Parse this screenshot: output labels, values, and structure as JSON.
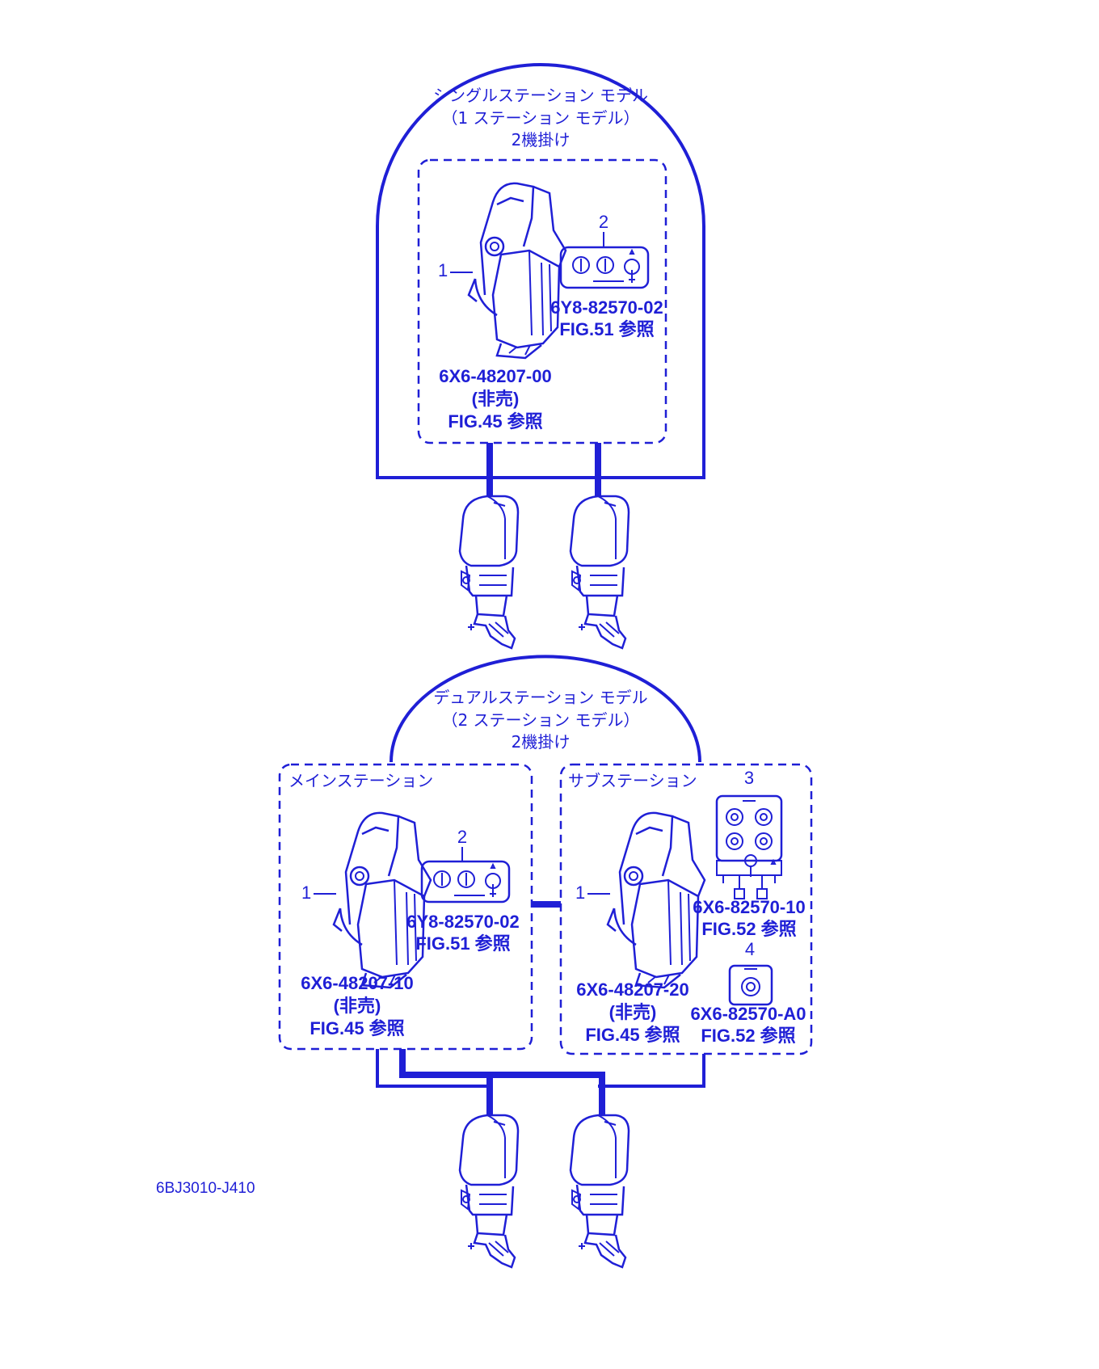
{
  "single": {
    "title_line1": "シングルステーション モデル",
    "title_line2": "（1 ステーション モデル）",
    "title_line3": "2機掛け",
    "remote_control": {
      "callout": "1",
      "part_no": "6X6-48207-00",
      "note": "(非売)",
      "ref": "FIG.45 参照"
    },
    "switch_panel": {
      "callout": "2",
      "part_no": "6Y8-82570-02",
      "ref": "FIG.51 参照"
    }
  },
  "dual": {
    "title_line1": "デュアルステーション モデル",
    "title_line2": "（2 ステーション モデル）",
    "title_line3": "2機掛け",
    "main_station": {
      "label": "メインステーション",
      "remote_control": {
        "callout": "1",
        "part_no": "6X6-48207-10",
        "note": "(非売)",
        "ref": "FIG.45 参照"
      },
      "switch_panel": {
        "callout": "2",
        "part_no": "6Y8-82570-02",
        "ref": "FIG.51 参照"
      }
    },
    "sub_station": {
      "label": "サブステーション",
      "remote_control": {
        "callout": "1",
        "part_no": "6X6-48207-20",
        "note": "(非売)",
        "ref": "FIG.45 参照"
      },
      "quad_switch_panel": {
        "callout": "3",
        "part_no": "6X6-82570-10",
        "ref": "FIG.52 参照"
      },
      "single_switch_panel": {
        "callout": "4",
        "part_no": "6X6-82570-A0",
        "ref": "FIG.52 参照"
      }
    }
  },
  "drawing_code": "6BJ3010-J410",
  "colors": {
    "line": "#1f1fd6",
    "background": "#ffffff"
  },
  "icons": [
    "remote-control-icon",
    "switch-panel-icon",
    "outboard-engine-icon"
  ]
}
